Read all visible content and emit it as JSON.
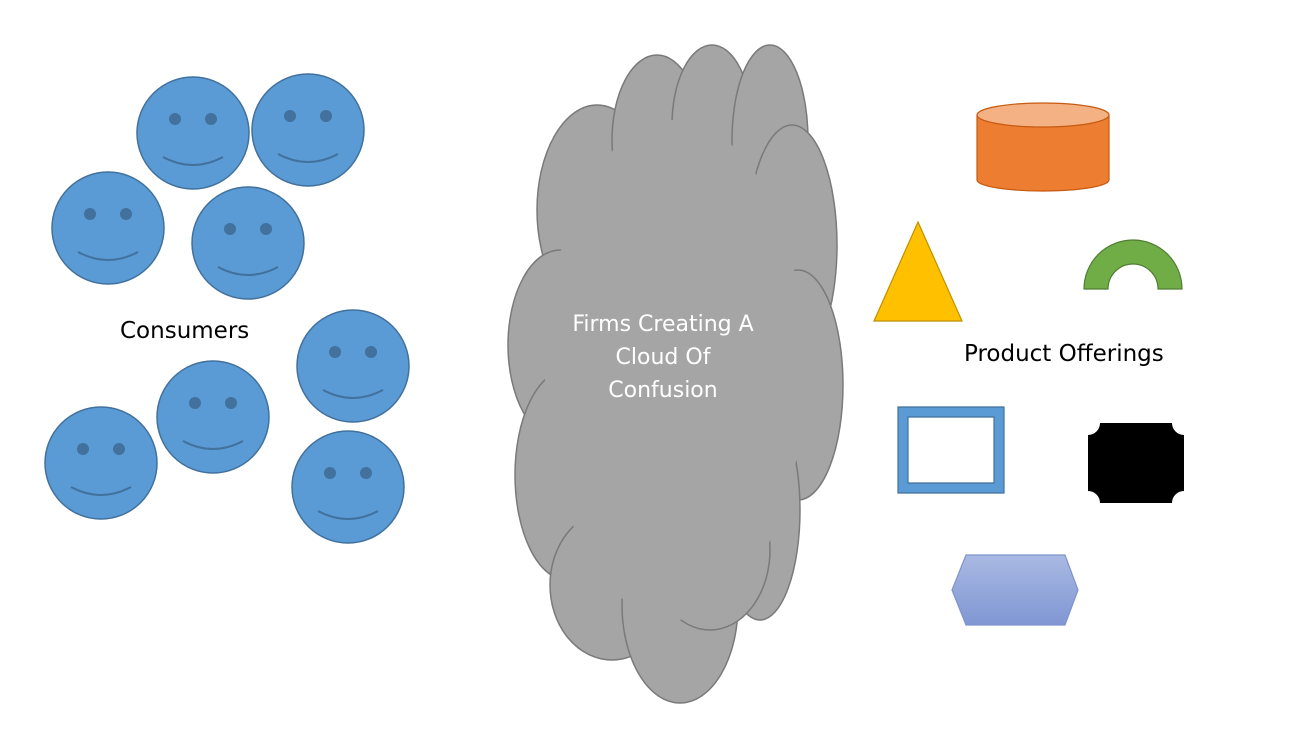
{
  "diagram": {
    "consumers": {
      "label": "Consumers",
      "color": "#5B9BD5",
      "outline": "#41719C",
      "count": 8
    },
    "cloud": {
      "lines": [
        "Firms Creating A",
        "Cloud Of",
        "Confusion"
      ],
      "color": "#A5A5A5",
      "outline": "#787878"
    },
    "products": {
      "label": "Product Offerings",
      "shapes": [
        {
          "name": "cylinder",
          "color": "#ED7D31"
        },
        {
          "name": "triangle",
          "color": "#FFC000"
        },
        {
          "name": "block-arc",
          "color": "#70AD47"
        },
        {
          "name": "frame",
          "color": "#5B9BD5"
        },
        {
          "name": "plaque",
          "color": "#000000"
        },
        {
          "name": "hexagon",
          "color": "#8FAADC"
        }
      ]
    }
  }
}
